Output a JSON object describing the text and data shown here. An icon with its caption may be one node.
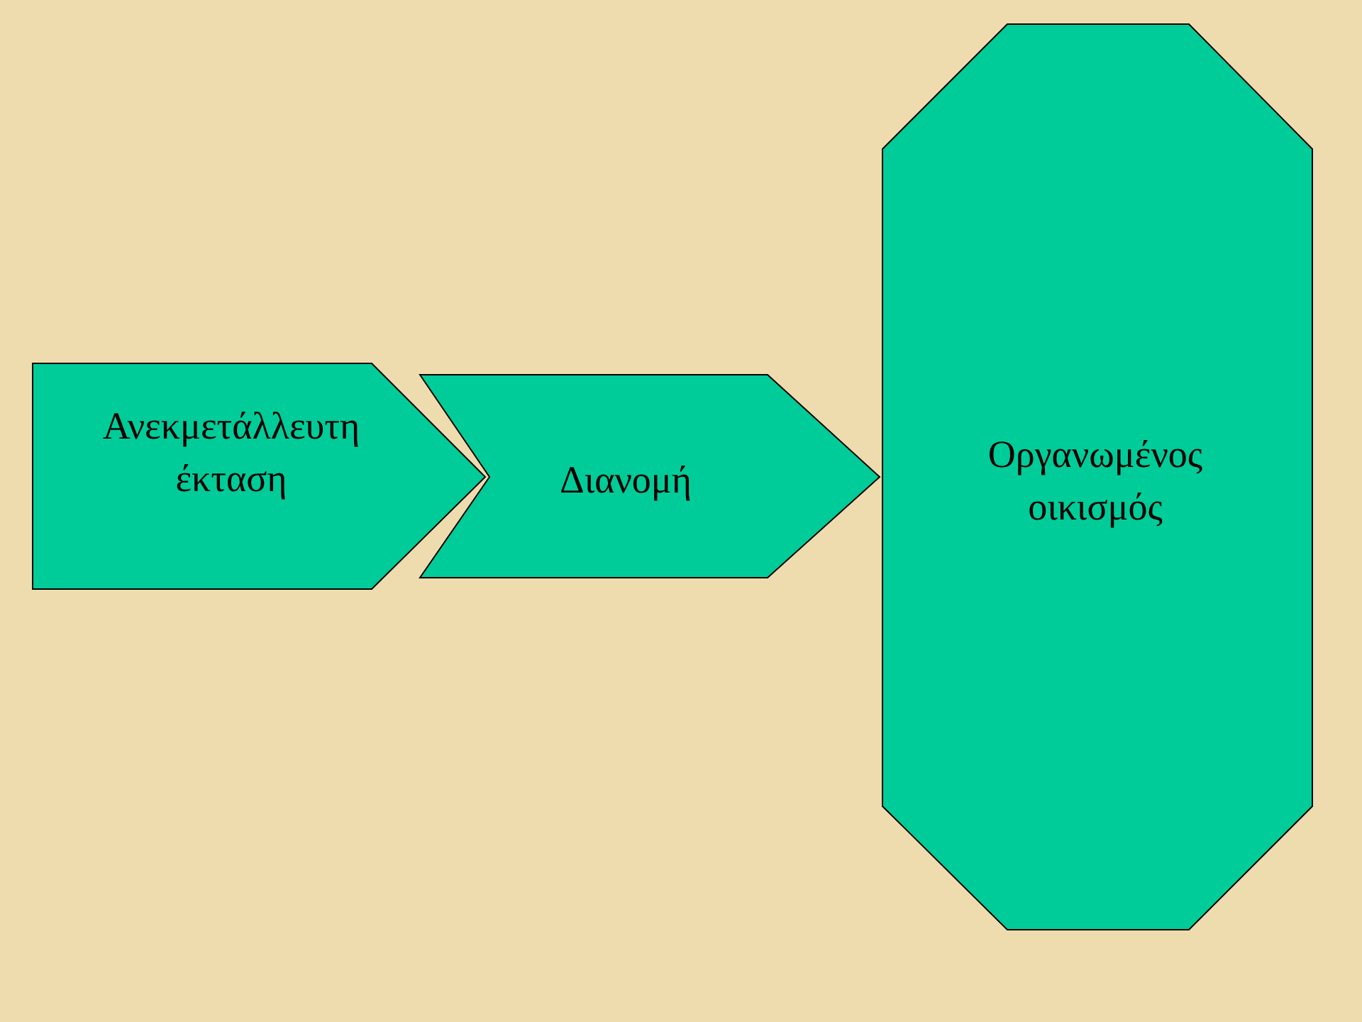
{
  "diagram": {
    "nodes": [
      {
        "text": [
          "Ανεκμετάλλευτη έκταση"
        ]
      },
      {
        "text": [
          "Διανομή"
        ]
      },
      {
        "text": [
          "Οργανωμένος οικισμός"
        ]
      }
    ]
  }
}
